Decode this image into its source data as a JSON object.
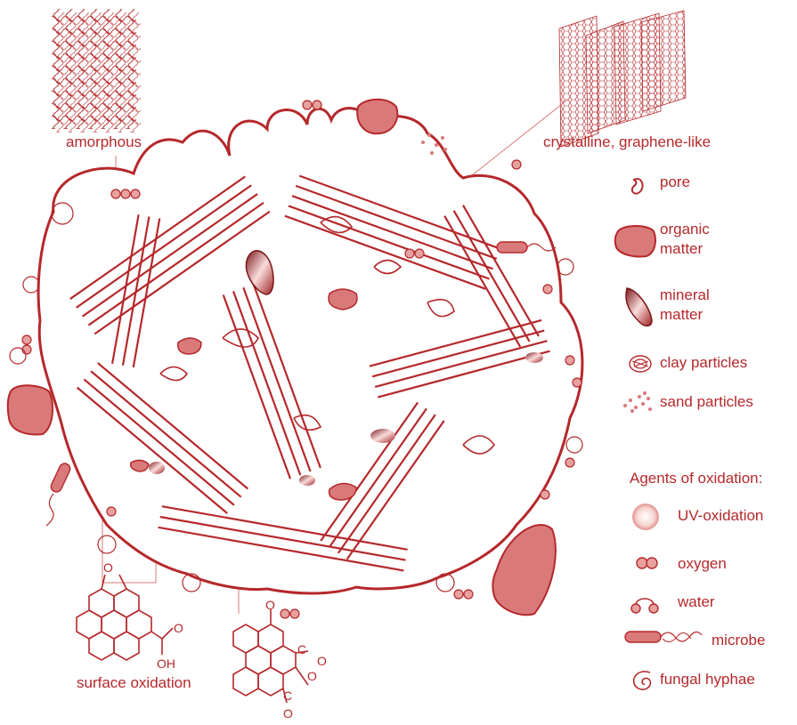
{
  "colors": {
    "primary": "#b5282b",
    "fill": "#d9797a",
    "light": "#f3c9c7"
  },
  "top_labels": {
    "amorphous": "amorphous",
    "crystalline": "crystalline, graphene-like"
  },
  "legend": {
    "pore": "pore",
    "organic_matter": [
      "organic",
      "matter"
    ],
    "mineral_matter": [
      "mineral",
      "matter"
    ],
    "clay_particles": "clay particles",
    "sand_particles": "sand particles"
  },
  "oxidation": {
    "heading": "Agents of oxidation:",
    "uv": "UV-oxidation",
    "oxygen": "oxygen",
    "water": "water",
    "microbe": "microbe",
    "fungal_hyphae": "fungal hyphae"
  },
  "chemistry": {
    "surface_oxidation": "surface oxidation",
    "atoms": {
      "oxygen": "O",
      "hydroxyl": "OH",
      "carbon": "C"
    }
  }
}
